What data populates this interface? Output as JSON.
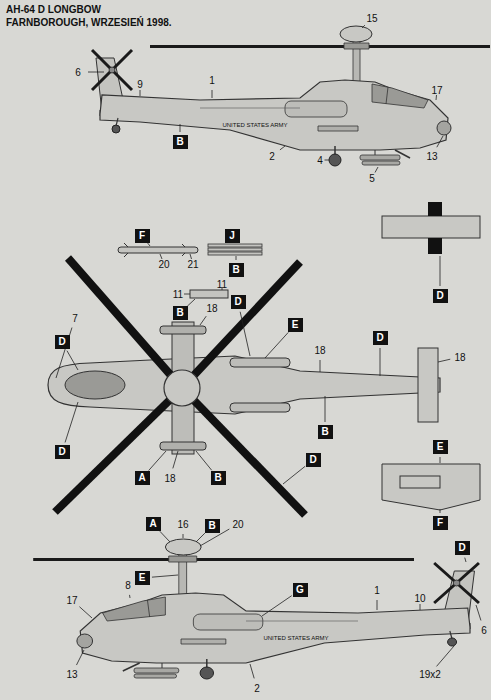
{
  "diagram": {
    "title": "AH-64 D LONGBOW",
    "nodes": [
      {
        "text": [
          "B"
        ]
      },
      {
        "text": [
          "F"
        ]
      },
      {
        "text": [
          "J"
        ]
      },
      {
        "text": [
          "B"
        ]
      },
      {
        "text": [
          "D"
        ]
      },
      {
        "text": [
          "D"
        ]
      },
      {
        "text": [
          "B"
        ]
      },
      {
        "text": [
          "E"
        ]
      },
      {
        "text": [
          "D"
        ]
      },
      {
        "text": [
          "D"
        ]
      },
      {
        "text": [
          "B"
        ]
      },
      {
        "text": [
          "E"
        ]
      },
      {
        "text": [
          "D"
        ]
      },
      {
        "text": [
          "D"
        ]
      },
      {
        "text": [
          "A"
        ]
      },
      {
        "text": [
          "B"
        ]
      },
      {
        "text": [
          "F"
        ]
      },
      {
        "text": [
          "A"
        ]
      },
      {
        "text": [
          "B"
        ]
      },
      {
        "text": [
          "D"
        ]
      },
      {
        "text": [
          "E"
        ]
      },
      {
        "text": [
          "G"
        ]
      }
    ],
    "labels": [
      "FARNBOROUGH, WRZESIEŃ 1998.",
      "15",
      "6",
      "1",
      "9",
      "17",
      "UNITED STATES ARMY",
      "2",
      "4",
      "13",
      "5",
      "20",
      "21",
      "11",
      "11",
      "18",
      "7",
      "18",
      "18",
      "18",
      "16",
      "20",
      "17",
      "8",
      "1",
      "10",
      "6",
      "UNITED STATES ARMY",
      "19x2",
      "13",
      "2"
    ]
  }
}
